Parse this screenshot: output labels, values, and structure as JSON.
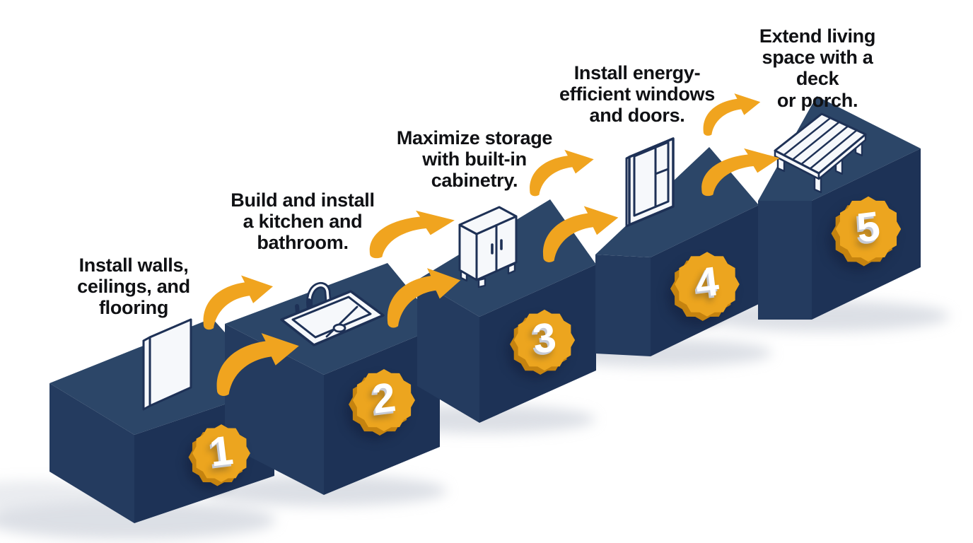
{
  "figure": {
    "type": "process-infographic",
    "subject": "home renovation steps",
    "background": "#ffffff",
    "step_count": "5"
  },
  "colors": {
    "box_top": "#2C4668",
    "box_left": "#243B5F",
    "box_right": "#1D3256",
    "arrow": "#F0A41F",
    "badge": "#ECA51F",
    "badge_side": "#C5830F",
    "icon_stroke": "#1E3156",
    "icon_fill": "#F6F8FB",
    "text": "#101114",
    "shadow": "#B9C0CC"
  },
  "steps": [
    {
      "number": "1",
      "label": "Install walls,\nceilings, and\nflooring",
      "icon": "wall-panel-icon"
    },
    {
      "number": "2",
      "label": "Build and install\na kitchen and\nbathroom.",
      "icon": "kitchen-sink-icon"
    },
    {
      "number": "3",
      "label": "Maximize storage\nwith built-in\ncabinetry.",
      "icon": "cabinet-icon"
    },
    {
      "number": "4",
      "label": "Install energy-\nefficient windows\nand doors.",
      "icon": "window-icon"
    },
    {
      "number": "5",
      "label": "Extend living\nspace with a deck\nor porch.",
      "icon": "deck-icon"
    }
  ]
}
